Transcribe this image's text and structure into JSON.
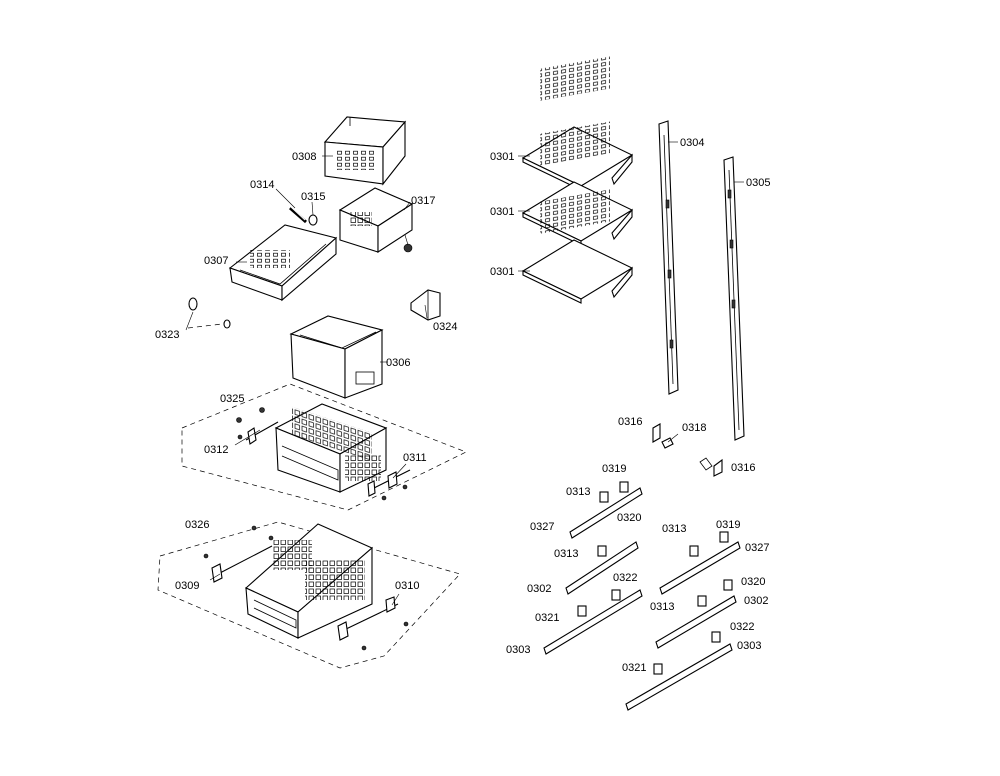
{
  "labels": {
    "l0308": "0308",
    "l0314": "0314",
    "l0315": "0315",
    "l0317": "0317",
    "l0307": "0307",
    "l0323": "0323",
    "l0324": "0324",
    "l0306": "0306",
    "l0325": "0325",
    "l0312": "0312",
    "l0311": "0311",
    "l0326": "0326",
    "l0309": "0309",
    "l0310": "0310",
    "l0301a": "0301",
    "l0301b": "0301",
    "l0301c": "0301",
    "l0304": "0304",
    "l0305": "0305",
    "l0316a": "0316",
    "l0318": "0318",
    "l0316b": "0316",
    "l0319a": "0319",
    "l0313a": "0313",
    "l0327a": "0327",
    "l0320a": "0320",
    "l0313b": "0313",
    "l0302a": "0302",
    "l0322a": "0322",
    "l0321a": "0321",
    "l0303a": "0303",
    "l0313c": "0313",
    "l0319b": "0319",
    "l0327b": "0327",
    "l0320b": "0320",
    "l0313d": "0313",
    "l0302b": "0302",
    "l0322b": "0322",
    "l0303b": "0303",
    "l0321b": "0321"
  }
}
